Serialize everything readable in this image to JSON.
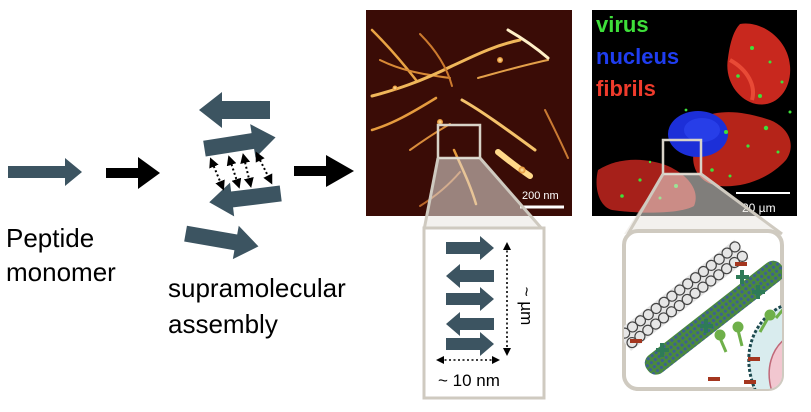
{
  "labels": {
    "peptide_monomer": [
      "Peptide",
      "monomer"
    ],
    "supramolecular_assembly": [
      "supramolecular",
      "assembly"
    ],
    "scale_bar_afm": "200 nm",
    "scale_bar_confocal": "20 µm",
    "width_label": "~ 10 nm",
    "length_label": "~ µm"
  },
  "legend": [
    {
      "text": "virus",
      "color": "#3ee03a"
    },
    {
      "text": "nucleus",
      "color": "#1f3df0"
    },
    {
      "text": "fibrils",
      "color": "#ef3b2c"
    }
  ],
  "colors": {
    "arrow_slate": "#3c5461",
    "process_arrow": "#000000",
    "afm_background": "#3a0c06",
    "confocal_background": "#000000",
    "callout_frame": "#cfcac0",
    "charge_negative": "#a4361f",
    "charge_positive": "#2e7b57"
  }
}
